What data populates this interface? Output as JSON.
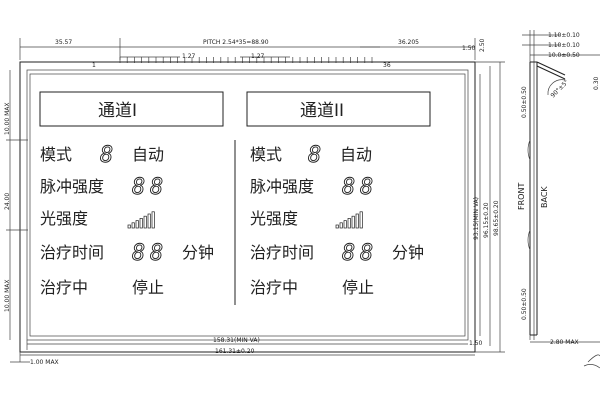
{
  "drawing": {
    "top_dims": {
      "left_offset": "35.57",
      "pitch": "PITCH 2.54*35=88.90",
      "pin_gap1": "1.27",
      "pin_gap2": "1.27",
      "right_offset": "36.205",
      "top_right": "2.50",
      "edge_right": "1.50",
      "pin_first": "1",
      "pin_last": "36"
    },
    "left_dims": {
      "top": "10.00 MAX",
      "middle": "24.00",
      "bottom": "10.00 MAX"
    },
    "right_dims": {
      "inner": "93.15(MIN VA)",
      "middle": "96.15±0.20",
      "outer": "98.65±0.20"
    },
    "bottom_dims": {
      "view_area": "158.31(MIN VA)",
      "outline": "161.31±0.20",
      "edge_right": "1.50",
      "edge_left": "1.00 MAX"
    },
    "side_view": {
      "d1": "1.10±0.10",
      "d2": "1.10±0.10",
      "d3": "10.0±0.50",
      "angle": "90°±5°",
      "d4": "0.30",
      "d5": "0.50±0.50",
      "d6": "0.50±0.50",
      "d7": "2.80 MAX",
      "front": "FRONT",
      "back": "BACK"
    }
  },
  "lcd": {
    "channel1_title": "通道I",
    "channel2_title": "通道II",
    "rows": {
      "mode": "模式",
      "auto": "自动",
      "pulse": "脉冲强度",
      "light": "光强度",
      "time": "治疗时间",
      "minutes": "分钟",
      "treating": "治疗中",
      "stop": "停止"
    },
    "digit": "8"
  }
}
